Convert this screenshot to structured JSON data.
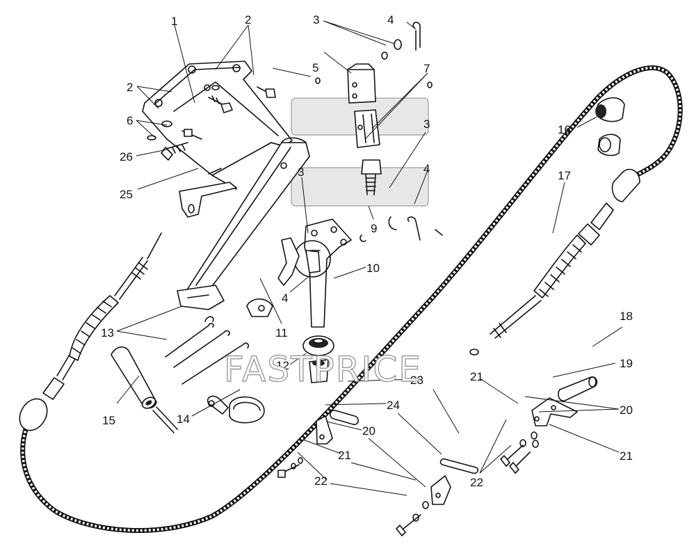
{
  "watermark": "FASTPRICE",
  "callouts": {
    "c1": "1",
    "c2a": "2",
    "c2b": "2",
    "c3a": "3",
    "c3b": "3",
    "c3c": "3",
    "c4a": "4",
    "c4b": "4",
    "c4c": "4",
    "c5": "5",
    "c6": "6",
    "c7": "7",
    "c9": "9",
    "c10": "10",
    "c11": "11",
    "c12": "12",
    "c13": "13",
    "c14": "14",
    "c15": "15",
    "c16": "16",
    "c17": "17",
    "c18": "18",
    "c19": "19",
    "c20a": "20",
    "c20b": "20",
    "c21a": "21",
    "c21b": "21",
    "c21c": "21",
    "c22a": "22",
    "c22b": "22",
    "c23": "23",
    "c24": "24",
    "c25": "25",
    "c26": "26"
  }
}
